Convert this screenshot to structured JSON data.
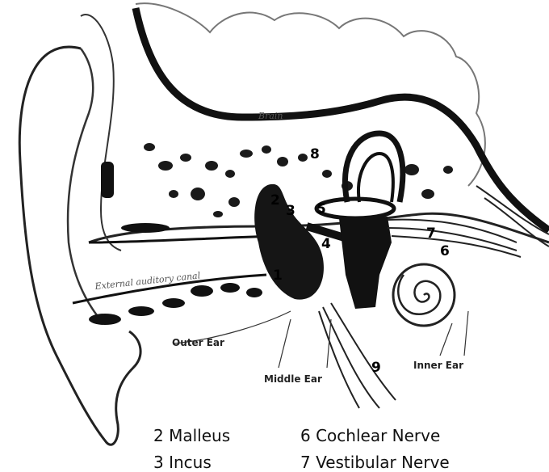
{
  "diagram": {
    "labels": {
      "brain": "Brain",
      "canal": "External auditory canal",
      "outer_ear": "Outer Ear",
      "middle_ear": "Middle Ear",
      "inner_ear": "Inner Ear",
      "n1": "1",
      "n2": "2",
      "n3": "3",
      "n4": "4",
      "n5": "5",
      "n6": "6",
      "n7": "7",
      "n8": "8",
      "n9": "9"
    }
  },
  "legend": {
    "col1": [
      "2 Malleus",
      "3 Incus"
    ],
    "col2": [
      "6 Cochlear Nerve",
      "7 Vestibular Nerve"
    ]
  }
}
